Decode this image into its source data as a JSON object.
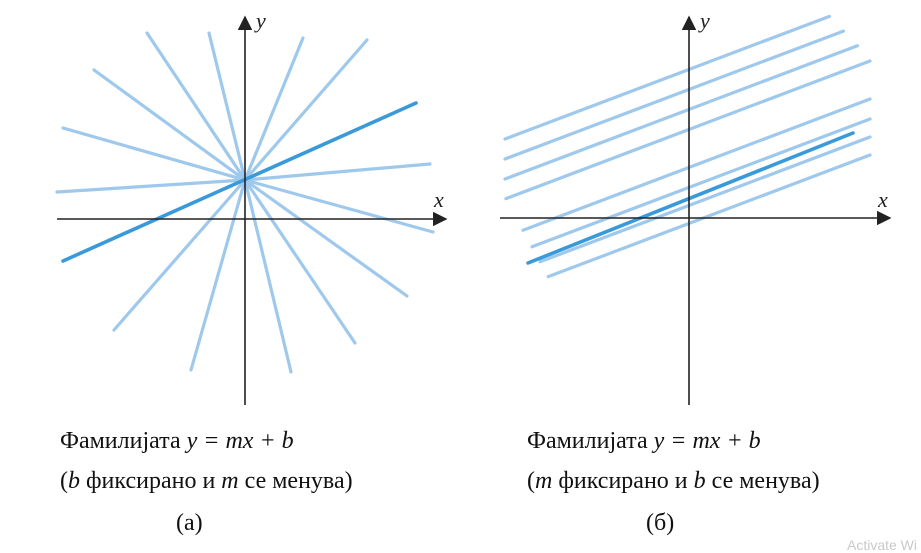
{
  "panels": [
    {
      "id": "a",
      "x_axis_label": "x",
      "y_axis_label": "y",
      "caption_line1_prefix": "Фамилијата ",
      "caption_formula": "y = mx + b",
      "caption_line2_open": "(",
      "caption_line2_var1": "b",
      "caption_line2_mid": " фиксирано и ",
      "caption_line2_var2": "m",
      "caption_line2_end": " се менува)",
      "panel_label": "(а)"
    },
    {
      "id": "b",
      "x_axis_label": "x",
      "y_axis_label": "y",
      "caption_line1_prefix": "Фамилијата ",
      "caption_formula": "y = mx + b",
      "caption_line2_open": "(",
      "caption_line2_var1": "m",
      "caption_line2_mid": " фиксирано и ",
      "caption_line2_var2": "b",
      "caption_line2_end": " се менува)",
      "panel_label": "(б)"
    }
  ],
  "colors": {
    "axis": "#222222",
    "family_line": "#9fc9ec",
    "highlight_line": "#3a9ad9"
  },
  "watermark": "Activate Wi"
}
